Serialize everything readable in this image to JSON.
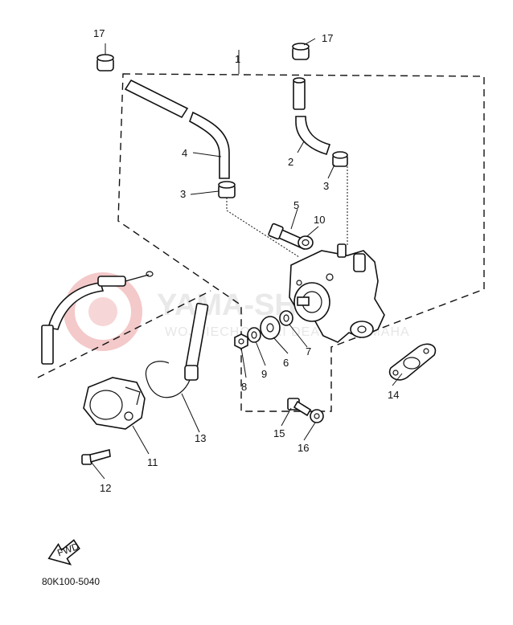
{
  "watermark": {
    "brand": "YAMA-SHOP.PL",
    "tagline": "WOJCIECHOWSKI DEALER YAMAHA"
  },
  "fwd_label": "FWD",
  "drawing_code": "80K100-5040",
  "callouts": [
    "1",
    "2",
    "3",
    "3",
    "4",
    "5",
    "6",
    "7",
    "8",
    "9",
    "10",
    "11",
    "12",
    "13",
    "14",
    "15",
    "16",
    "17",
    "17"
  ]
}
